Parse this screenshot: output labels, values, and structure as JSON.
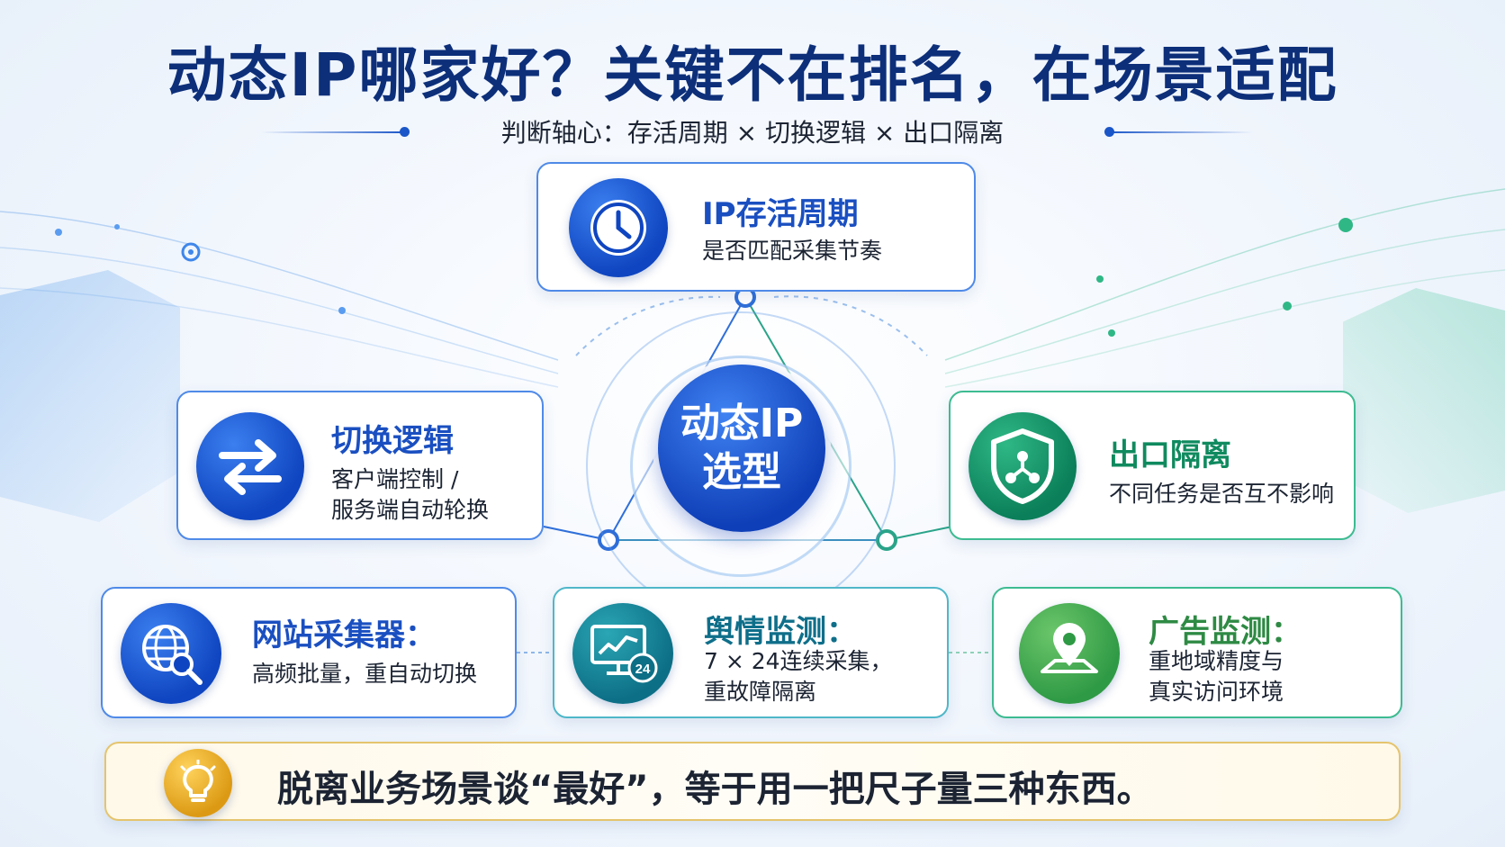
{
  "title": "动态IP哪家好？关键不在排名，在场景适配",
  "subtitle": "判断轴心：存活周期 × 切换逻辑 × 出口隔离",
  "hub": {
    "line1": "动态IP",
    "line2": "选型"
  },
  "factors": {
    "survival": {
      "title": "IP存活周期",
      "desc": "是否匹配采集节奏",
      "icon": "clock-icon"
    },
    "switching": {
      "title": "切换逻辑",
      "desc1": "客户端控制 /",
      "desc2": "服务端自动轮换",
      "icon": "swap-arrows-icon"
    },
    "isolation": {
      "title": "出口隔离",
      "desc": "不同任务是否互不影响",
      "icon": "shield-network-icon"
    }
  },
  "scenarios": [
    {
      "title": "网站采集器：",
      "desc1": "高频批量，重自动切换",
      "desc2": "",
      "icon": "globe-search-icon"
    },
    {
      "title": "舆情监测：",
      "desc1": "7 × 24连续采集，",
      "desc2": "重故障隔离",
      "icon": "monitor-chart-24-icon",
      "badge": "24"
    },
    {
      "title": "广告监测：",
      "desc1": "重地域精度与",
      "desc2": "真实访问环境",
      "icon": "map-pin-icon"
    }
  ],
  "conclusion": {
    "text": "脱离业务场景谈“最好”，等于用一把尺子量三种东西。",
    "icon": "lightbulb-icon"
  },
  "colors": {
    "title": "#0d2f7a",
    "blue": "#1a4fc1",
    "green": "#0f8a5f",
    "teal": "#0f6f8a",
    "lightgreen": "#2e8a44",
    "gold": "#e5c46d"
  }
}
